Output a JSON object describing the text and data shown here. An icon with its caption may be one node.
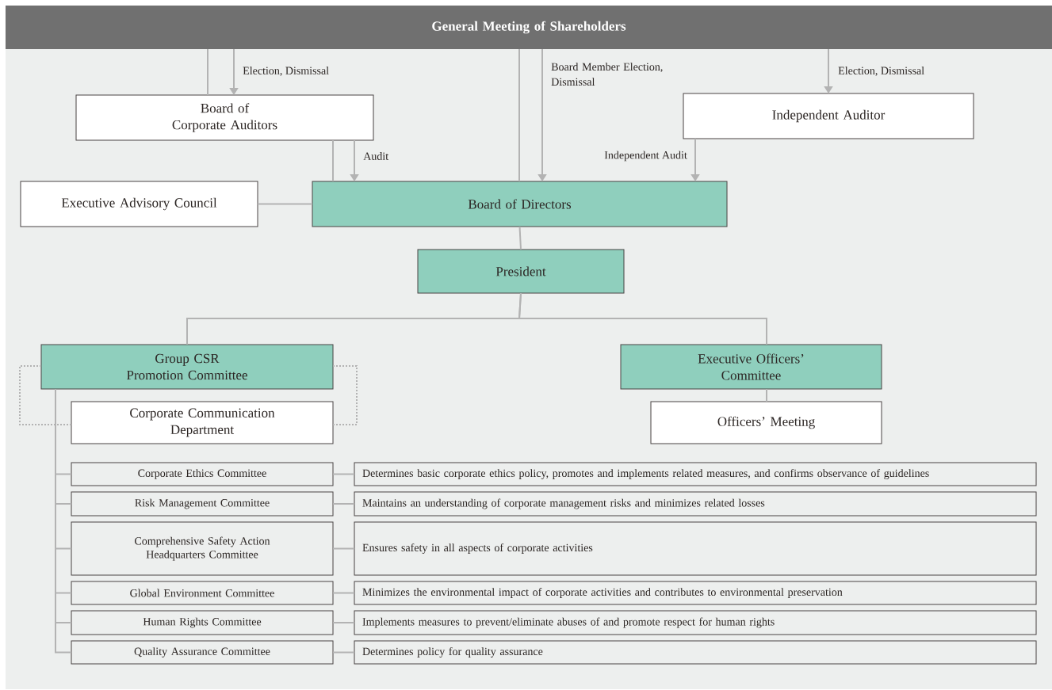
{
  "diagram": {
    "nodes": [
      {
        "text": [
          "General Meeting of Shareholders"
        ]
      },
      {
        "text": [
          "Board of Corporate Auditors"
        ]
      },
      {
        "text": [
          "Independent Auditor"
        ]
      },
      {
        "text": [
          "Executive Advisory Council"
        ]
      },
      {
        "text": [
          "Board of Directors"
        ]
      },
      {
        "text": [
          "President"
        ]
      },
      {
        "text": [
          "Group CSR Promotion Committee"
        ]
      },
      {
        "text": [
          "Executive Officers’ Committee"
        ]
      },
      {
        "text": [
          "Corporate Communication Department"
        ]
      },
      {
        "text": [
          "Officers’ Meeting"
        ]
      },
      {
        "text": [
          "Corporate Ethics Committee"
        ]
      },
      {
        "text": [
          "Risk Management Committee"
        ]
      },
      {
        "text": [
          "Comprehensive Safety Action Headquarters Committee"
        ]
      },
      {
        "text": [
          "Global Environment Committee"
        ]
      },
      {
        "text": [
          "Human Rights Committee"
        ]
      },
      {
        "text": [
          "Quality Assurance Committee"
        ]
      },
      {
        "text": [
          "Determines basic corporate ethics policy, promotes and implements related measures, and confirms observance of guidelines"
        ]
      },
      {
        "text": [
          "Maintains an understanding of corporate management risks and minimizes related losses"
        ]
      },
      {
        "text": [
          "Ensures safety in all aspects of corporate activities"
        ]
      },
      {
        "text": [
          "Minimizes the environmental impact of corporate activities and contributes to environmental preservation"
        ]
      },
      {
        "text": [
          "Implements measures to prevent/eliminate abuses of and promote respect for human rights"
        ]
      },
      {
        "text": [
          "Determines policy for quality assurance"
        ]
      }
    ],
    "edges": [
      {
        "from": 0,
        "to": 1,
        "arrow": "none"
      },
      {
        "from": 0,
        "to": 1,
        "arrow": "to",
        "label": "Election, Dismissal"
      },
      {
        "from": 0,
        "to": 4,
        "arrow": "none"
      },
      {
        "from": 0,
        "to": 4,
        "arrow": "to",
        "label": "Board Member Election, Dismissal"
      },
      {
        "from": 0,
        "to": 2,
        "arrow": "to",
        "label": "Election, Dismissal"
      },
      {
        "from": 1,
        "to": 4,
        "arrow": "none"
      },
      {
        "from": 1,
        "to": 4,
        "arrow": "to",
        "label": "Audit"
      },
      {
        "from": 2,
        "to": 4,
        "arrow": "to",
        "label": "Independent Audit"
      },
      {
        "from": 3,
        "to": 4,
        "arrow": "none"
      },
      {
        "from": 4,
        "to": 5,
        "arrow": "none"
      },
      {
        "from": 5,
        "to": 6,
        "arrow": "none"
      },
      {
        "from": 5,
        "to": 7,
        "arrow": "none"
      },
      {
        "from": 7,
        "to": 9,
        "arrow": "none"
      },
      {
        "from": 6,
        "to": 8,
        "arrow": "none",
        "style": "dashed"
      },
      {
        "from": 6,
        "to": 8,
        "arrow": "none",
        "style": "dashed"
      },
      {
        "from": 6,
        "to": 10,
        "arrow": "none"
      },
      {
        "from": 6,
        "to": 11,
        "arrow": "none"
      },
      {
        "from": 6,
        "to": 12,
        "arrow": "none"
      },
      {
        "from": 6,
        "to": 13,
        "arrow": "none"
      },
      {
        "from": 6,
        "to": 14,
        "arrow": "none"
      },
      {
        "from": 6,
        "to": 15,
        "arrow": "none"
      },
      {
        "from": 10,
        "to": 16,
        "arrow": "none"
      },
      {
        "from": 11,
        "to": 17,
        "arrow": "none"
      },
      {
        "from": 12,
        "to": 18,
        "arrow": "none"
      },
      {
        "from": 13,
        "to": 19,
        "arrow": "none"
      },
      {
        "from": 14,
        "to": 20,
        "arrow": "none"
      },
      {
        "from": 15,
        "to": 21,
        "arrow": "none"
      }
    ]
  }
}
